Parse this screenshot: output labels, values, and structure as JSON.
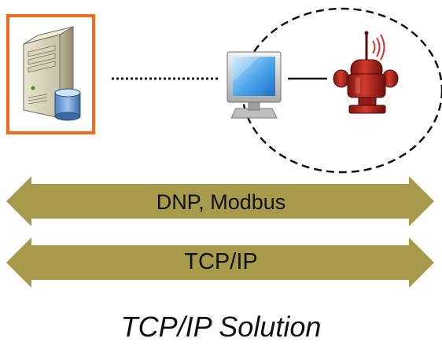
{
  "diagram": {
    "nodes": {
      "server": {
        "icon": "server-with-database-icon",
        "highlighted": true,
        "highlight_color": "#f26b1d"
      },
      "workstation": {
        "icon": "computer-monitor-icon"
      },
      "field_device": {
        "icon": "wireless-transmitter-icon",
        "wireless": true,
        "color": "#b4231c"
      }
    },
    "links": [
      {
        "from": "server",
        "to": "workstation",
        "style": "dotted"
      },
      {
        "from": "workstation",
        "to": "field_device",
        "style": "solid"
      }
    ],
    "grouping": {
      "style": "dashed-circle",
      "contains": [
        "field_device"
      ]
    },
    "arrows": [
      {
        "label": "DNP, Modbus",
        "direction": "bidirectional",
        "color": "#a79b4b"
      },
      {
        "label": "TCP/IP",
        "direction": "bidirectional",
        "color": "#a79b4b"
      }
    ],
    "caption": "TCP/IP Solution"
  }
}
